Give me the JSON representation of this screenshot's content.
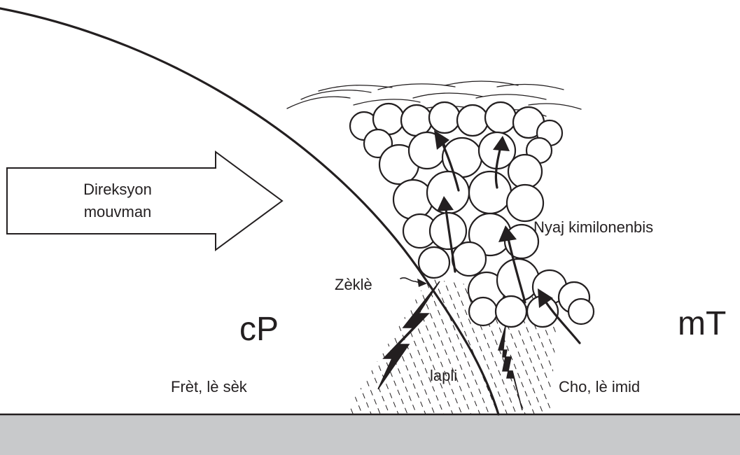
{
  "labels": {
    "direction": [
      "Direksyon",
      "mouvman"
    ],
    "thunderhead": "Nyaj kimilonenbis",
    "lightning": "Zèklè",
    "cold_air_mass": "cP",
    "warm_air_mass": "mT",
    "cold_desc": "Frèt, lè sèk",
    "warm_desc": "Cho, lè imid",
    "rain": "lapli"
  },
  "colors": {
    "ground": "#c8c9cb",
    "ink": "#231f20",
    "background": "#ffffff"
  },
  "icons": {
    "direction": "right-arrow",
    "lightning": "lightning-bolt",
    "updrafts": "up-arrow"
  }
}
